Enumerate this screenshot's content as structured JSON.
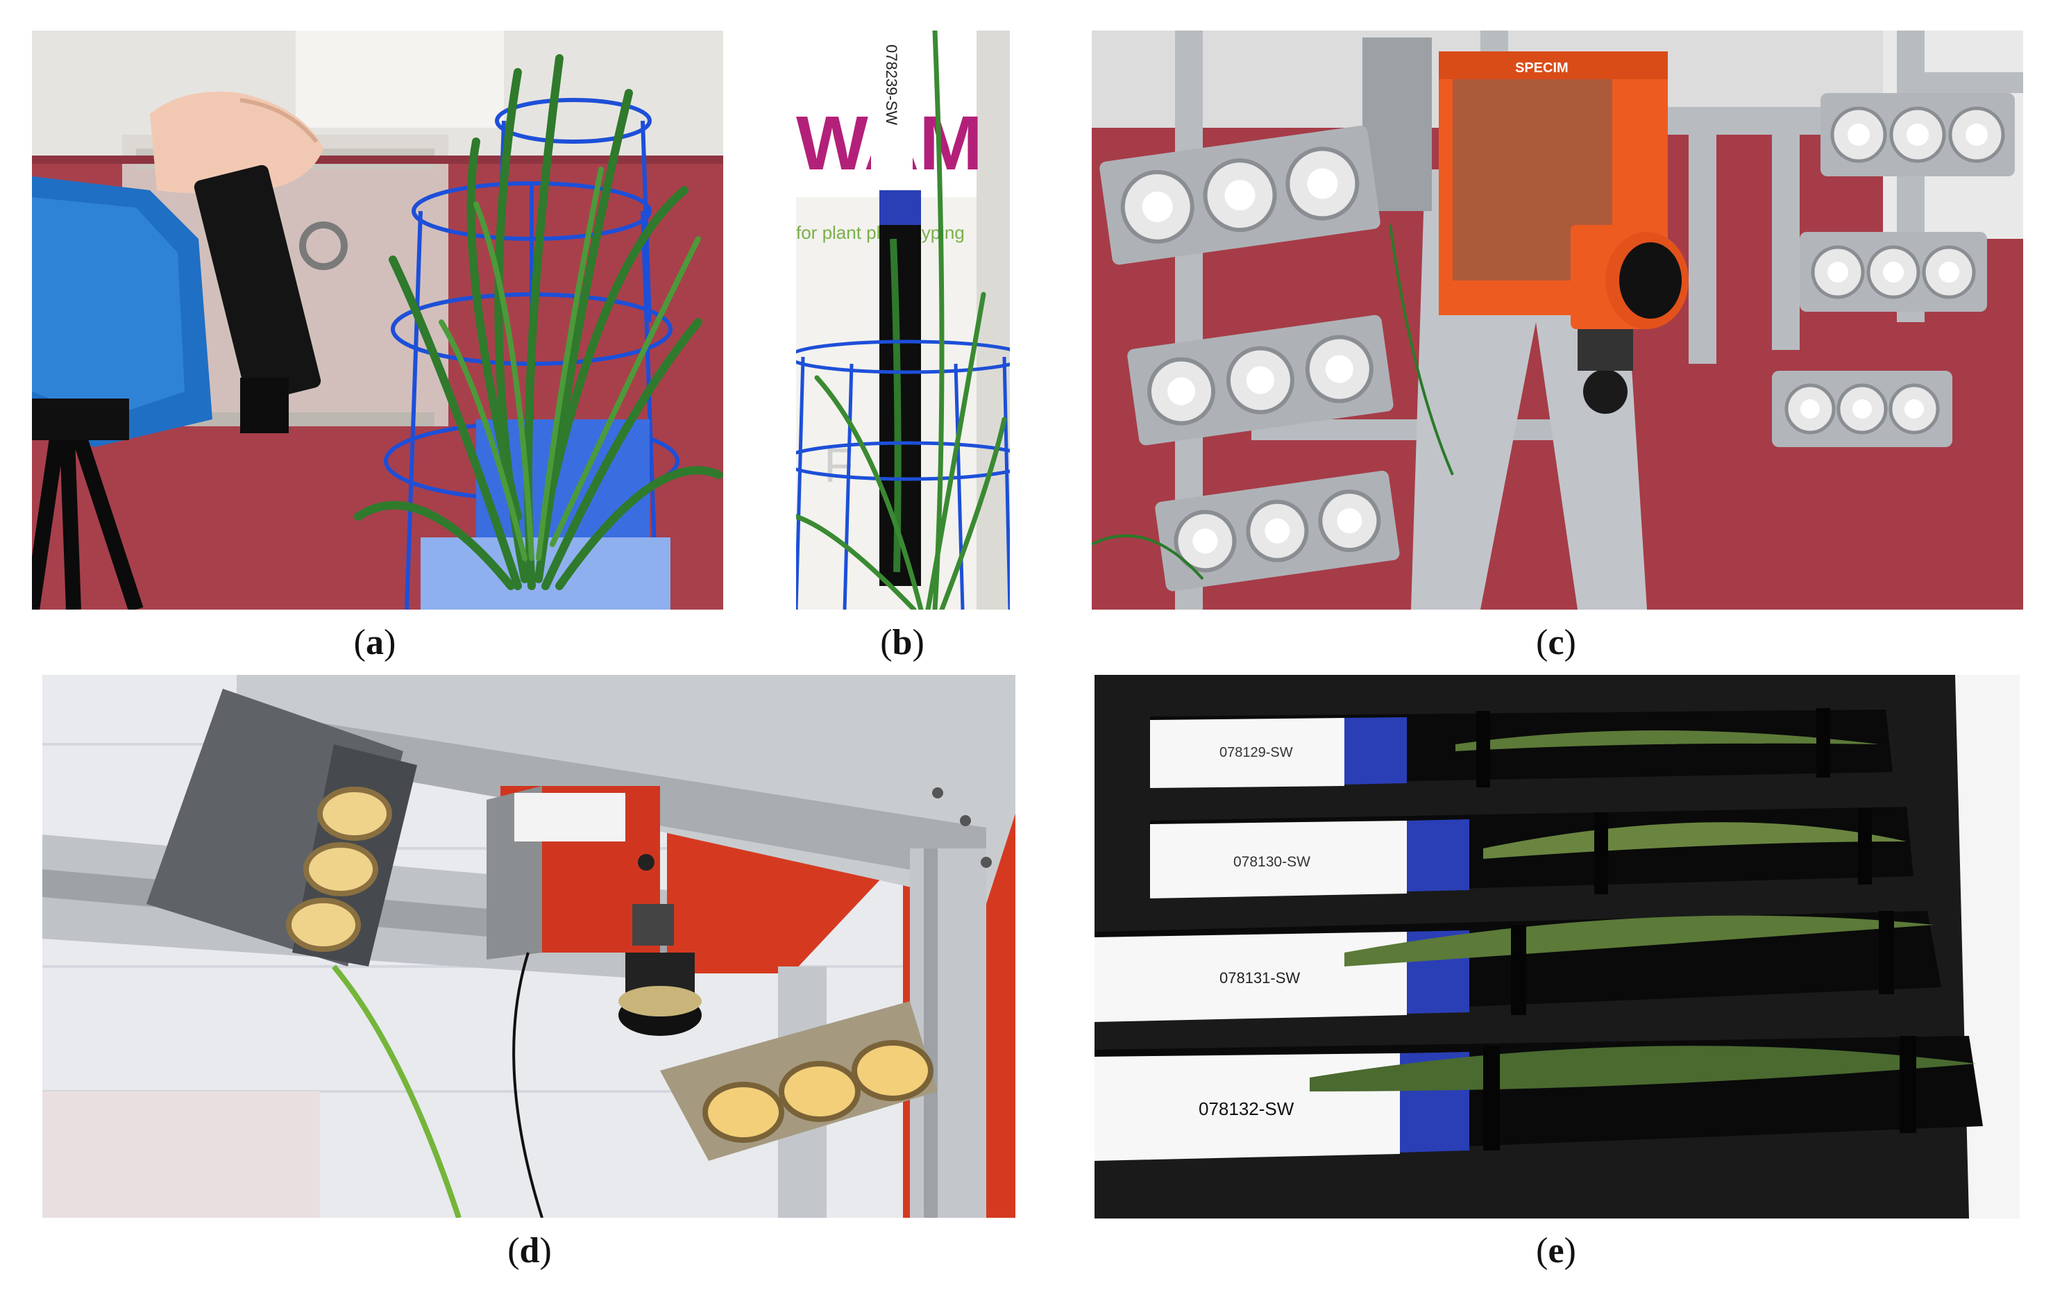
{
  "figure": {
    "panels": [
      {
        "letter": "a",
        "caption": "(a)"
      },
      {
        "letter": "b",
        "caption": "(b)"
      },
      {
        "letter": "c",
        "caption": "(c)"
      },
      {
        "letter": "d",
        "caption": "(d)"
      },
      {
        "letter": "e",
        "caption": "(e)"
      }
    ],
    "b_label": "078239-SW",
    "b_sign_logo": "WAM",
    "b_sign_text": "for plant phenotyping",
    "c_camera_brand": "SPECIM",
    "e_labels": [
      "078129-SW",
      "078130-SW",
      "078131-SW",
      "078132-SW"
    ],
    "colors": {
      "floor": "#9c3844",
      "camera_orange": "#ef5a1f",
      "camera_red": "#d33a22",
      "tape_blue": "#2a3fb6",
      "leaf_green": "#4c6e34",
      "aluminium": "#b9bdc1"
    }
  }
}
